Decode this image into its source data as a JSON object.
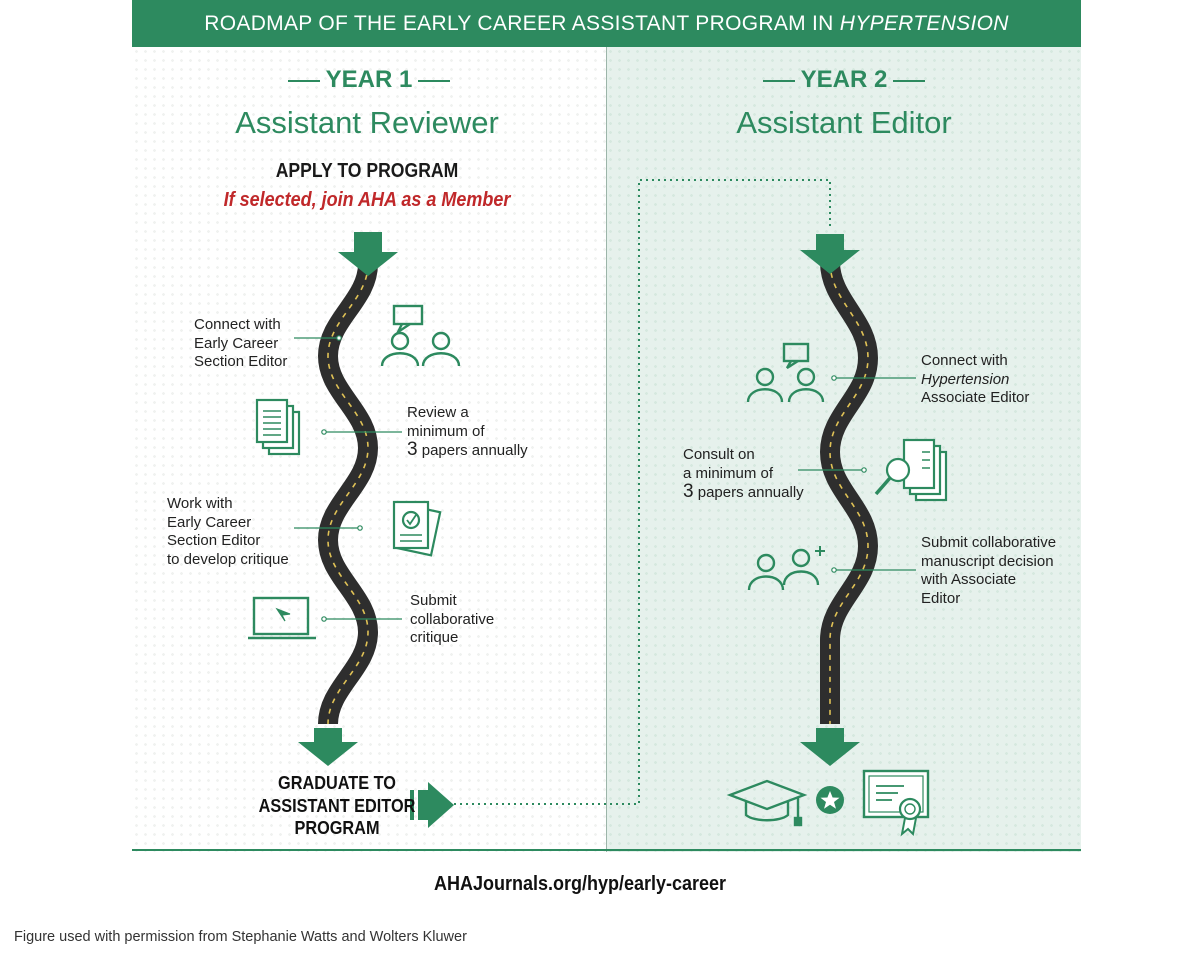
{
  "header": {
    "title_prefix": "ROADMAP OF THE EARLY CAREER ASSISTANT PROGRAM IN ",
    "title_italic": "HYPERTENSION"
  },
  "year1": {
    "year_label": "YEAR 1",
    "role": "Assistant Reviewer",
    "apply": "APPLY TO PROGRAM",
    "selected_note": "If selected, join AHA as a Member",
    "steps": {
      "connect": "Connect with\nEarly Career\nSection Editor",
      "review_line1": "Review a\nminimum of",
      "review_num": "3",
      "review_rest": " papers annually",
      "work": "Work with\nEarly Career\nSection Editor\nto develop critique",
      "submit": "Submit\ncollaborative\ncritique"
    },
    "graduate": "GRADUATE TO\nASSISTANT EDITOR\nPROGRAM"
  },
  "year2": {
    "year_label": "YEAR 2",
    "role": "Assistant Editor",
    "steps": {
      "connect_line1": "Connect with",
      "connect_italic": "Hypertension",
      "connect_line3": "Associate Editor",
      "consult_line1": "Consult on\na minimum of",
      "consult_num": "3",
      "consult_rest": " papers annually",
      "submit": "Submit collaborative\nmanuscript decision\nwith Associate\nEditor"
    }
  },
  "icons": [
    "speech-people-icon",
    "documents-icon",
    "checked-document-icon",
    "laptop-cursor-icon",
    "graduation-cap-icon",
    "star-badge-icon",
    "certificate-icon",
    "magnifier-documents-icon",
    "add-people-icon"
  ],
  "colors": {
    "brand_green": "#2d8a5f",
    "road": "#333333",
    "road_stripe": "#e0c256",
    "red_note": "#c0282a",
    "year2_bg": "#e6f1ec"
  },
  "footer": {
    "url": "AHAJournals.org/hyp/early-career"
  },
  "caption": "Figure used with permission from Stephanie Watts and Wolters Kluwer"
}
